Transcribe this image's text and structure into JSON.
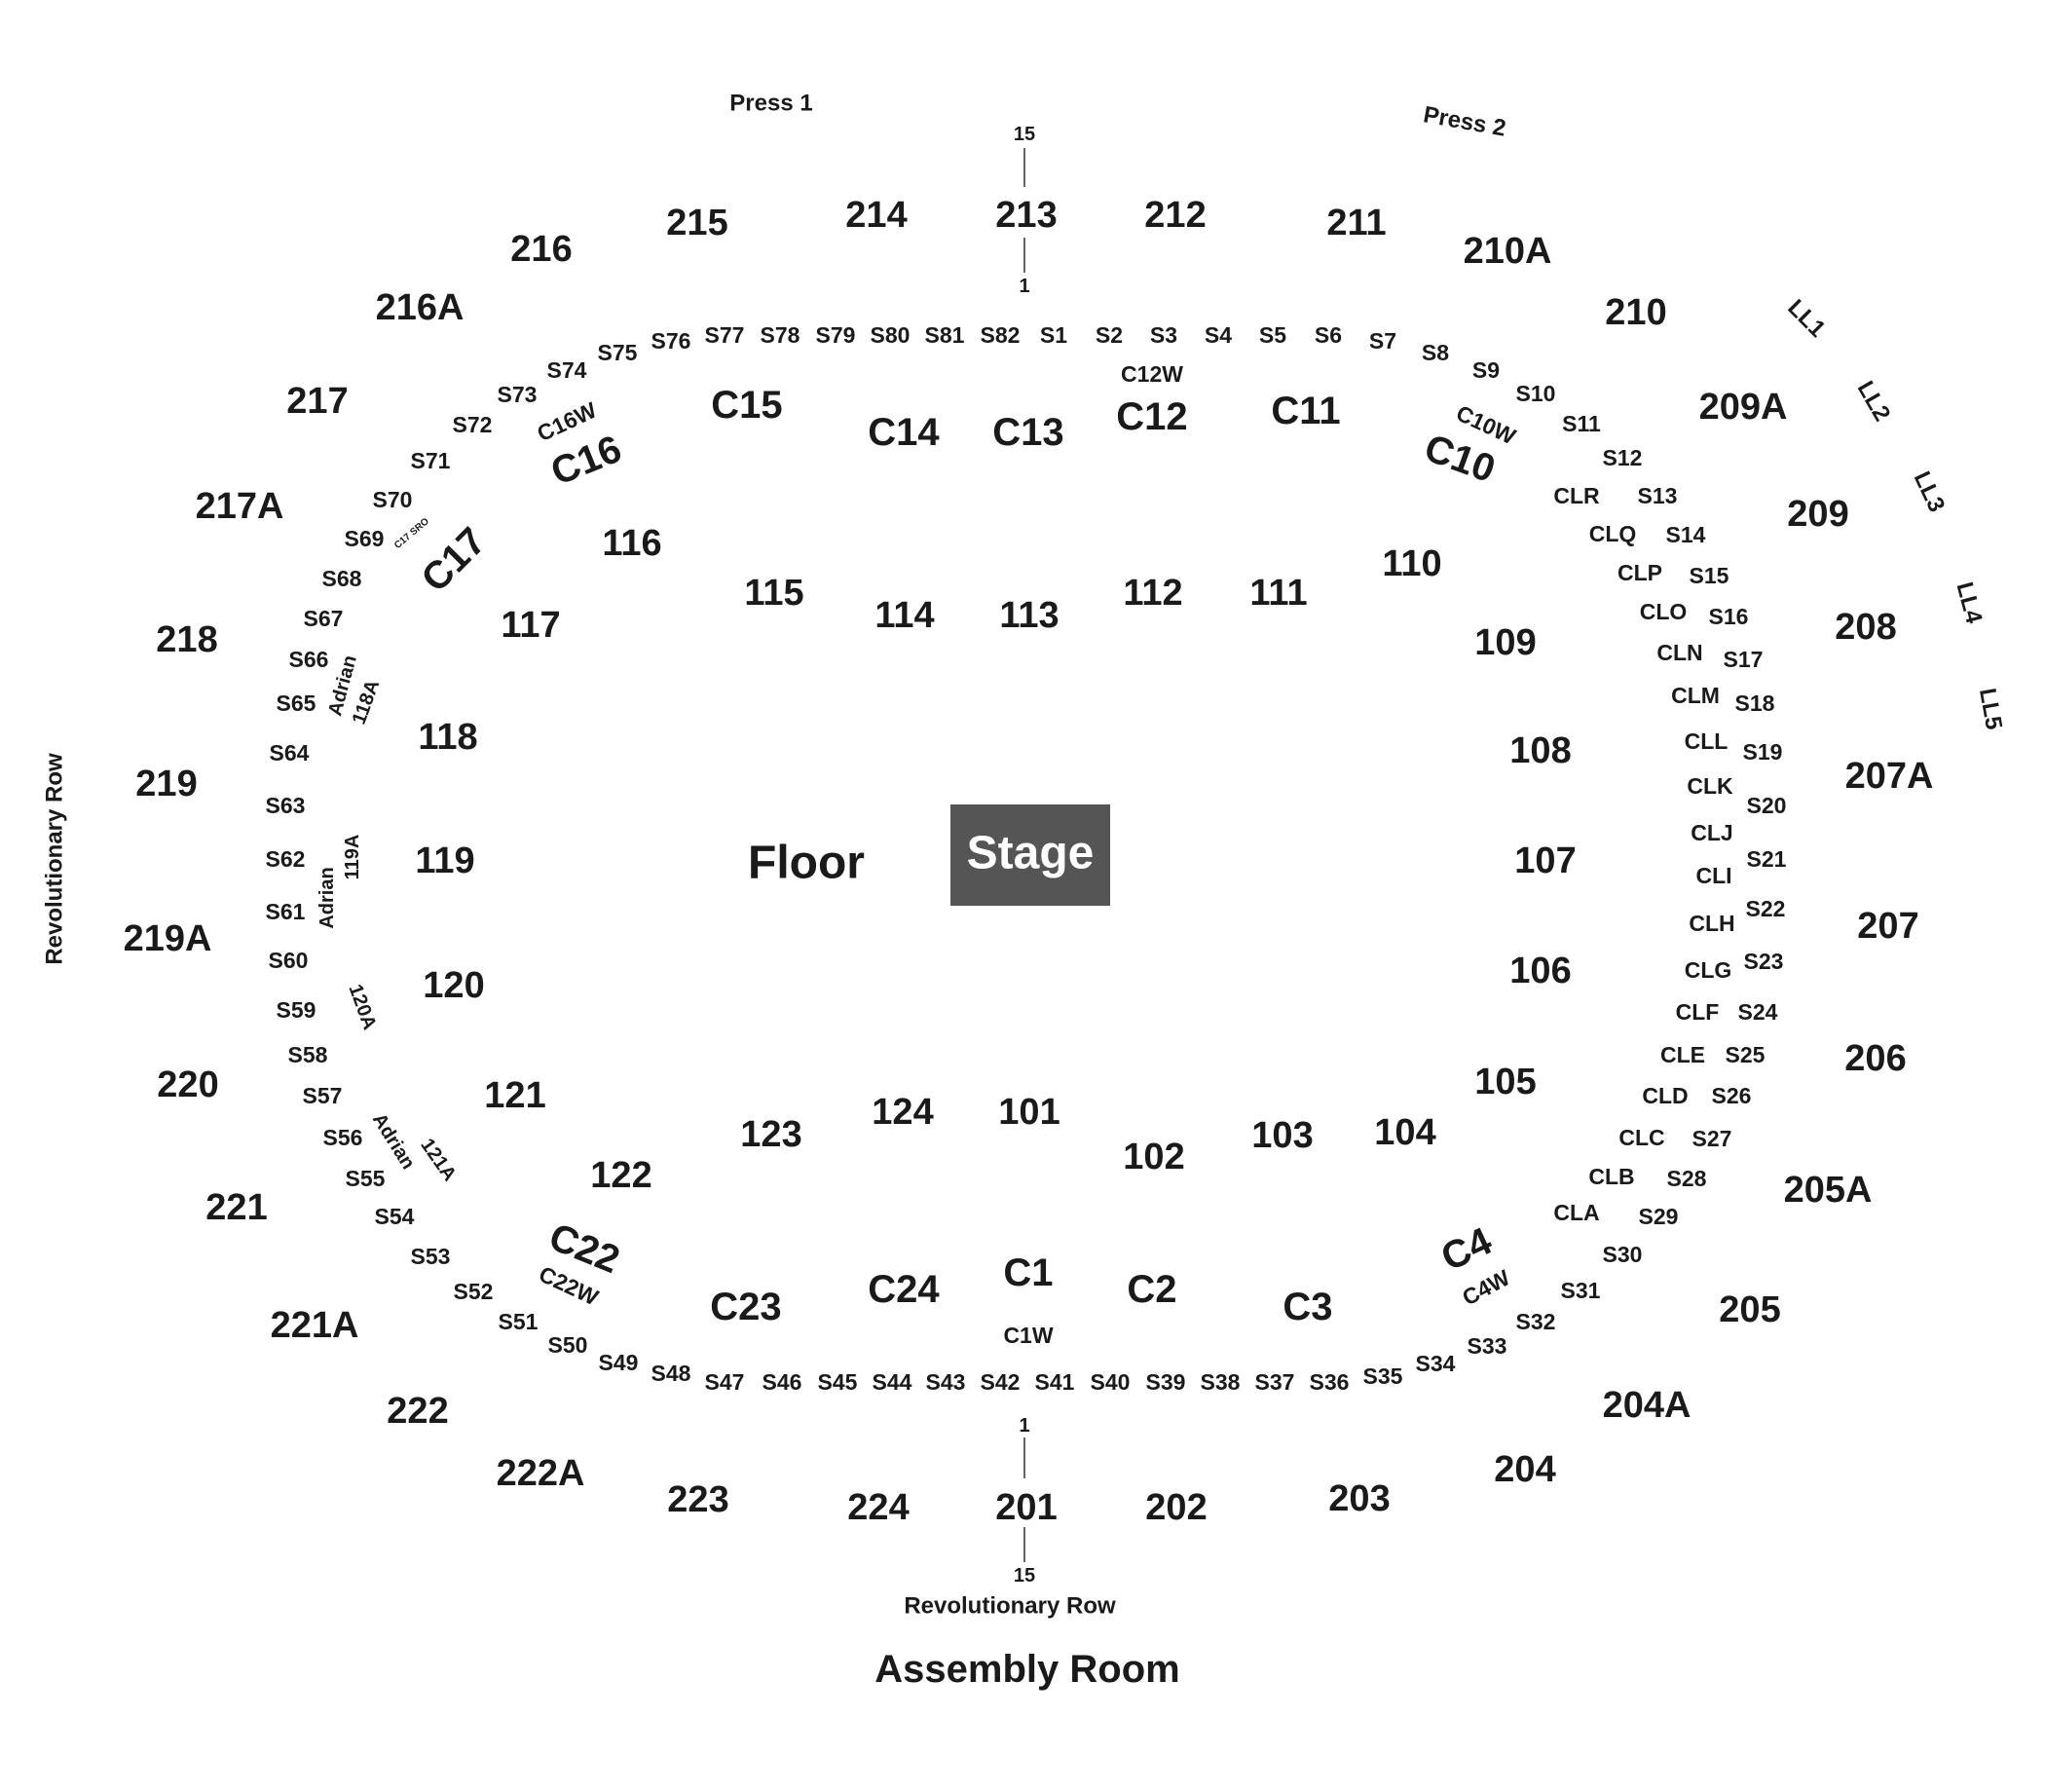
{
  "venue": {
    "stage_label": "Stage",
    "floor_label": "Floor",
    "assembly_room": "Assembly Room",
    "revolutionary_row_bottom": "Revolutionary Row",
    "revolutionary_row_left": "Revolutionary Row",
    "press_1": "Press 1",
    "press_2": "Press 2",
    "row_top_high": "15",
    "row_top_low": "1",
    "row_bottom_low": "1",
    "row_bottom_high": "15",
    "stage_color": "#555555"
  },
  "upper_sections": {
    "s201": "201",
    "s202": "202",
    "s203": "203",
    "s204": "204",
    "s204A": "204A",
    "s205": "205",
    "s205A": "205A",
    "s206": "206",
    "s207": "207",
    "s207A": "207A",
    "s208": "208",
    "s209": "209",
    "s209A": "209A",
    "s210": "210",
    "s210A": "210A",
    "s211": "211",
    "s212": "212",
    "s213": "213",
    "s214": "214",
    "s215": "215",
    "s216": "216",
    "s216A": "216A",
    "s217": "217",
    "s217A": "217A",
    "s218": "218",
    "s219": "219",
    "s219A": "219A",
    "s220": "220",
    "s221": "221",
    "s221A": "221A",
    "s222": "222",
    "s222A": "222A",
    "s223": "223",
    "s224": "224"
  },
  "lower_sections": {
    "s101": "101",
    "s102": "102",
    "s103": "103",
    "s104": "104",
    "s105": "105",
    "s106": "106",
    "s107": "107",
    "s108": "108",
    "s109": "109",
    "s110": "110",
    "s111": "111",
    "s112": "112",
    "s113": "113",
    "s114": "114",
    "s115": "115",
    "s116": "116",
    "s117": "117",
    "s118": "118",
    "s119": "119",
    "s120": "120",
    "s121": "121",
    "s122": "122",
    "s123": "123",
    "s124": "124"
  },
  "club_sections": {
    "c1": "C1",
    "c2": "C2",
    "c3": "C3",
    "c4": "C4",
    "c10": "C10",
    "c11": "C11",
    "c12": "C12",
    "c13": "C13",
    "c14": "C14",
    "c15": "C15",
    "c16": "C16",
    "c17": "C17",
    "c22": "C22",
    "c23": "C23",
    "c24": "C24",
    "c1w": "C1W",
    "c4w": "C4W",
    "c10w": "C10W",
    "c12w": "C12W",
    "c16w": "C16W",
    "c22w": "C22W",
    "c17sro": "C17 SRO"
  },
  "accessible_sections": {
    "a118": "118A",
    "a119": "119A",
    "a120": "120A",
    "a121": "121A",
    "adrian_1": "Adrian",
    "adrian_2": "Adrian",
    "adrian_3": "Adrian"
  },
  "loge_boxes": {
    "ll1": "LL1",
    "ll2": "LL2",
    "ll3": "LL3",
    "ll4": "LL4",
    "ll5": "LL5"
  },
  "suites": {
    "s1": "S1",
    "s2": "S2",
    "s3": "S3",
    "s4": "S4",
    "s5": "S5",
    "s6": "S6",
    "s7": "S7",
    "s8": "S8",
    "s9": "S9",
    "s10": "S10",
    "s11": "S11",
    "s12": "S12",
    "s13": "S13",
    "s14": "S14",
    "s15": "S15",
    "s16": "S16",
    "s17": "S17",
    "s18": "S18",
    "s19": "S19",
    "s20": "S20",
    "s21": "S21",
    "s22": "S22",
    "s23": "S23",
    "s24": "S24",
    "s25": "S25",
    "s26": "S26",
    "s27": "S27",
    "s28": "S28",
    "s29": "S29",
    "s30": "S30",
    "s31": "S31",
    "s32": "S32",
    "s33": "S33",
    "s34": "S34",
    "s35": "S35",
    "s36": "S36",
    "s37": "S37",
    "s38": "S38",
    "s39": "S39",
    "s40": "S40",
    "s41": "S41",
    "s42": "S42",
    "s43": "S43",
    "s44": "S44",
    "s45": "S45",
    "s46": "S46",
    "s47": "S47",
    "s48": "S48",
    "s49": "S49",
    "s50": "S50",
    "s51": "S51",
    "s52": "S52",
    "s53": "S53",
    "s54": "S54",
    "s55": "S55",
    "s56": "S56",
    "s57": "S57",
    "s58": "S58",
    "s59": "S59",
    "s60": "S60",
    "s61": "S61",
    "s62": "S62",
    "s63": "S63",
    "s64": "S64",
    "s65": "S65",
    "s66": "S66",
    "s67": "S67",
    "s68": "S68",
    "s69": "S69",
    "s70": "S70",
    "s71": "S71",
    "s72": "S72",
    "s73": "S73",
    "s74": "S74",
    "s75": "S75",
    "s76": "S76",
    "s77": "S77",
    "s78": "S78",
    "s79": "S79",
    "s80": "S80",
    "s81": "S81",
    "s82": "S82"
  },
  "club_lounge": {
    "cla": "CLA",
    "clb": "CLB",
    "clc": "CLC",
    "cld": "CLD",
    "cle": "CLE",
    "clf": "CLF",
    "clg": "CLG",
    "clh": "CLH",
    "cli": "CLI",
    "clj": "CLJ",
    "clk": "CLK",
    "cll": "CLL",
    "clm": "CLM",
    "cln": "CLN",
    "clo": "CLO",
    "clp": "CLP",
    "clq": "CLQ",
    "clr": "CLR"
  }
}
